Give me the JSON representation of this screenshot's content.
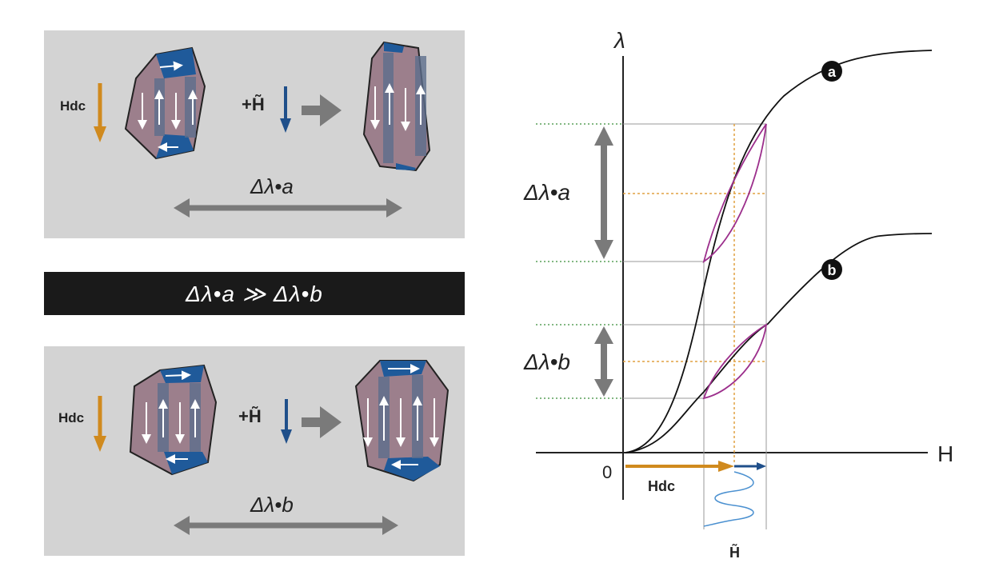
{
  "panel_a": {
    "field_label": "Hdc",
    "ac_field_label": "+H̃",
    "delta_label": "Δλ•a"
  },
  "comparison_bar": "Δλ•a ≫ Δλ•b",
  "panel_b": {
    "field_label": "Hdc",
    "ac_field_label": "+H̃",
    "delta_label": "Δλ•b"
  },
  "graph": {
    "y_axis_label": "λ",
    "x_axis_label": "H",
    "origin_label": "0",
    "curve_a_label": "a",
    "curve_b_label": "b",
    "delta_a_label": "Δλ•a",
    "delta_b_label": "Δλ•b",
    "dc_field_label": "Hdc",
    "ac_field_label": "H̃"
  },
  "colors": {
    "panel_bg": "#d3d3d3",
    "domain_fill": "#9c7f8c",
    "domain_dark": "#5c6e8c",
    "domain_edge": "#1f5a9a",
    "hdc_arrow": "#d08a1e",
    "ac_arrow": "#1f4f8a",
    "gray_arrow": "#7a7a7a",
    "loop": "#9c2f8c",
    "guide_green": "#5aa05a",
    "guide_orange": "#e0a040",
    "sine": "#4a90d0"
  }
}
